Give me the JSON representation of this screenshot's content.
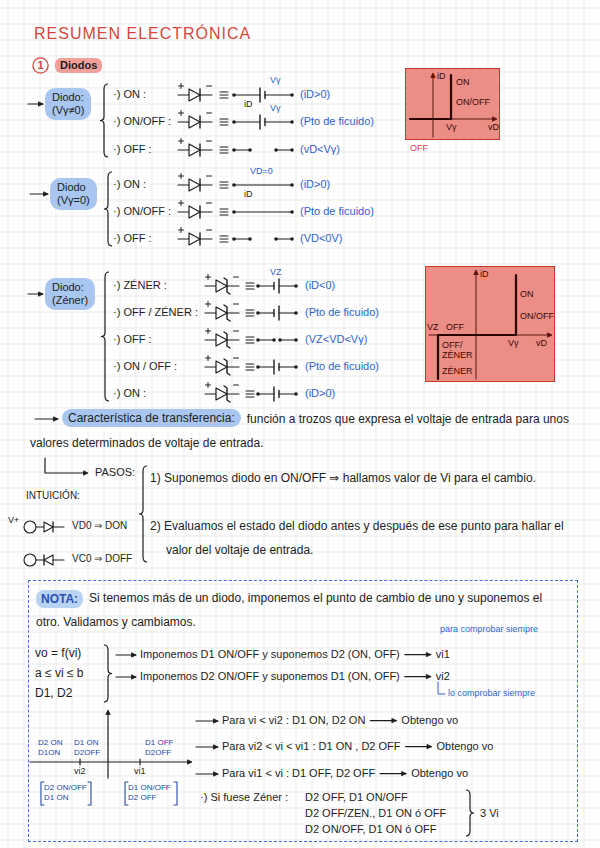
{
  "diagram": {
    "title": "RESUMEN ELECTRÓNICA",
    "nodes": [
      {
        "text": [
          "1"
        ]
      },
      {
        "text": [
          "Diodos"
        ]
      },
      {
        "text": [
          "Diodo: (Vγ≠0)"
        ]
      },
      {
        "text": [
          "iD",
          "ON",
          "ON/OFF",
          "Vγ",
          "vD"
        ]
      },
      {
        "text": [
          "Diodo (Vγ=0)"
        ]
      },
      {
        "text": [
          "Diodo: (Zéner)"
        ]
      },
      {
        "text": [
          "iD",
          "ON",
          "ON/OFF",
          "VZ",
          "OFF",
          "Vγ",
          "vD",
          "OFF/ ZÉNER",
          "ZÉNER"
        ]
      },
      {
        "text": [
          "Característica de transferencia:"
        ]
      },
      {
        "text": [
          "Si tenemos más de un diodo, imponemos el punto de cambio de uno y suponemos el otro. Validamos y cambiamos."
        ]
      },
      {
        "text": [
          "NOTA:"
        ],
        "in": 8
      }
    ],
    "labels": [
      "·) ON :",
      "(iD>0)",
      "Vγ",
      "iD",
      "·) ON/OFF :",
      "(Pto de ficuido)",
      "Vγ",
      "·) OFF :",
      "(vD<Vγ)",
      "OFF",
      "·) ON :",
      "(iD>0)",
      "VD=0",
      "iD",
      "·) ON/OFF :",
      "(Pto de ficuido)",
      "·) OFF :",
      "(VD<0V)",
      "·) ZÉNER :",
      "(iD<0)",
      "VZ",
      "·) OFF / ZÉNER :",
      "(Pto de ficuido)",
      "·) OFF :",
      "(VZ<VD<Vγ)",
      "·) ON / OFF :",
      "(Pto de ficuido)",
      "·) ON :",
      "(iD>0)",
      "función a trozos que expresa el voltaje de entrada para unos valores determinados de voltaje de entrada.",
      "PASOS:",
      "1) Suponemos diodo en ON/OFF ⇒ hallamos valor de Vi para el cambio.",
      "2) Evaluamos el estado del diodo antes y después de ese punto para hallar el valor del voltaje de entrada.",
      "INTUICIÓN:",
      "V+",
      "VD0 ⇒ DON",
      "VC0 ⇒ DOFF",
      "para comprobar siempre",
      "vo = f(vi)",
      "a ≤ vi ≤ b",
      "D1, D2",
      "Imponemos D1 ON/OFF y suponemos D2 (ON, OFF)",
      "vi1",
      "Imponemos D2 ON/OFF y suponemos D1 (ON, OFF)",
      "vi2",
      "lo comprobar siempre",
      "D2 ON D1ON",
      "D1 ON D2OFF",
      "D1 OFF D2OFF",
      "vi2",
      "vi1",
      "D2 ON/OFF D1 ON",
      "D1 ON/OFF D2 OFF",
      "Para vi < vi2 : D1 ON, D2 ON",
      "Obtengo vo",
      "Para vi2 < vi < vi1 : D1 ON , D2 OFF",
      "Obtengo vo",
      "Para vi1 < vi : D1 OFF, D2 OFF",
      "Obtengo vo",
      "·) Si fuese Zéner :",
      "D2 OFF, D1 ON/OFF",
      "D2 OFF/ZEN., D1 ON ó OFF",
      "D2 ON/OFF, D1 ON ó OFF",
      "3 Vi"
    ]
  }
}
